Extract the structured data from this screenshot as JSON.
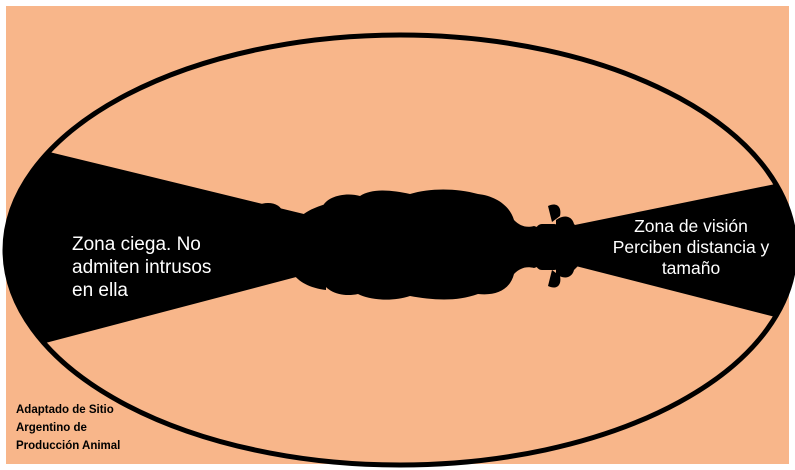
{
  "colors": {
    "background": "#f8b68a",
    "outline": "#000000",
    "silhouette": "#000000",
    "zone_text": "#ffffff",
    "credit_text": "#000000"
  },
  "zones": {
    "blind": {
      "lines": [
        "Zona ciega.  No",
        "admiten intrusos",
        "en ella"
      ]
    },
    "vision": {
      "lines": [
        "Zona de visión",
        "Perciben distancia y",
        "tamaño"
      ]
    }
  },
  "credit": {
    "lines": [
      "Adaptado de Sitio",
      "Argentino de",
      "Producción Animal"
    ]
  }
}
